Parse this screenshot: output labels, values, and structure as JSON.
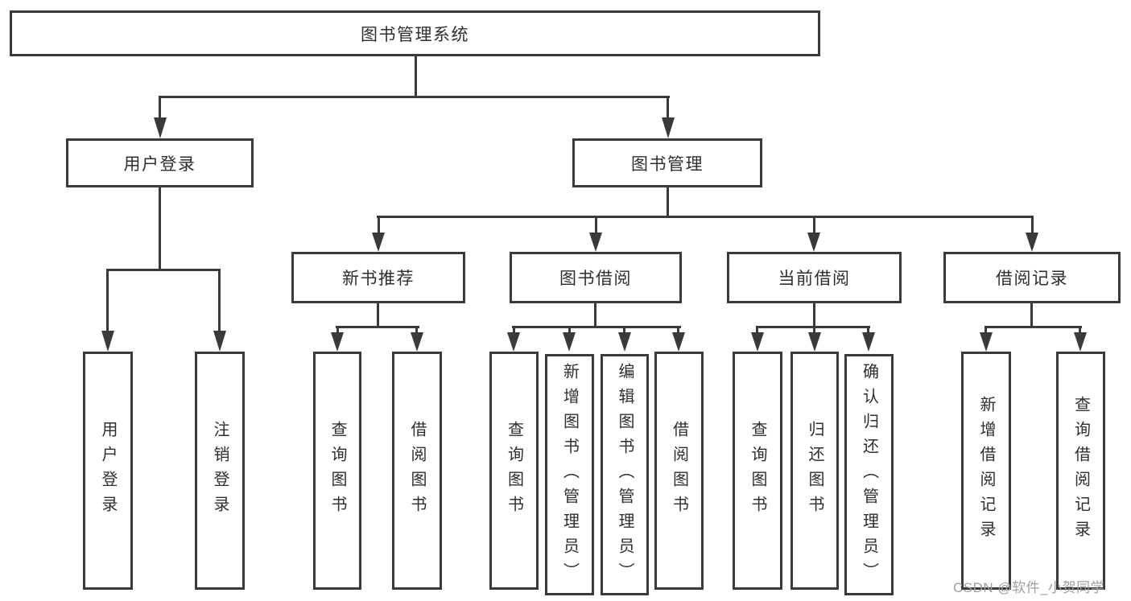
{
  "diagram": {
    "root": "图书管理系统",
    "level2": [
      "用户登录",
      "图书管理"
    ],
    "level3": [
      "新书推荐",
      "图书借阅",
      "当前借阅",
      "借阅记录"
    ],
    "leaves": {
      "user_login": [
        "用户登录",
        "注销登录"
      ],
      "new_book": [
        "查询图书",
        "借阅图书"
      ],
      "book_borrow": [
        "查询图书",
        "新增图书（管理员）",
        "编辑图书（管理员）",
        "借阅图书"
      ],
      "current_borrow": [
        "查询图书",
        "归还图书",
        "确认归还（管理员）"
      ],
      "borrow_record": [
        "新增借阅记录",
        "查询借阅记录"
      ]
    }
  },
  "watermark": "CSDN @软件_小贺同学",
  "colors": {
    "line": "#3a3a3a",
    "text": "#2e2e2e",
    "watermark": "#9e9ea3",
    "background": "#ffffff"
  }
}
